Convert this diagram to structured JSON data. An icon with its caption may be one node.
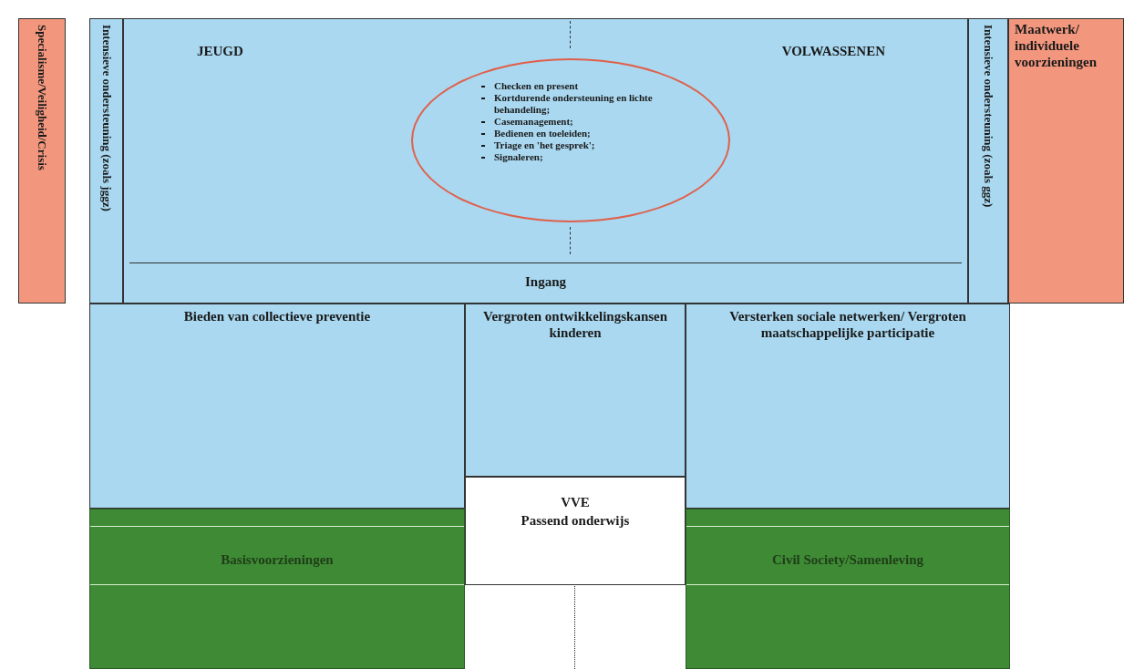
{
  "diagram": {
    "nodes": [
      {
        "text": [
          "Specialisme/Veiligheid/Crisis"
        ]
      },
      {
        "text": [
          "Intensieve ondersteuning (zoals jggz)"
        ]
      },
      {
        "text": [
          "JEUGD",
          "VOLWASSENEN",
          "Ingang"
        ]
      },
      {
        "text": [
          "Checken en present",
          "Kortdurende ondersteuning en lichte behandeling;",
          "Casemanagement;",
          "Bedienen en toeleiden;",
          "Triage en 'het gesprek';",
          "Signaleren;"
        ],
        "in": 2
      },
      {
        "text": [
          "Intensieve ondersteuning (zoals ggz)"
        ]
      },
      {
        "text": [
          "Maatwerk/ individuele voorzieningen"
        ]
      },
      {
        "text": [
          "Bieden van collectieve preventie"
        ]
      },
      {
        "text": [
          "Vergroten ontwikkelingskansen kinderen"
        ]
      },
      {
        "text": [
          "Versterken sociale netwerken/ Vergroten maatschappelijke participatie"
        ]
      },
      {
        "text": [
          "Basisvoorzieningen"
        ]
      },
      {
        "text": [
          "VVE",
          "Passend onderwijs"
        ]
      },
      {
        "text": [
          "Civil Society/Samenleving"
        ]
      }
    ],
    "edges": []
  }
}
